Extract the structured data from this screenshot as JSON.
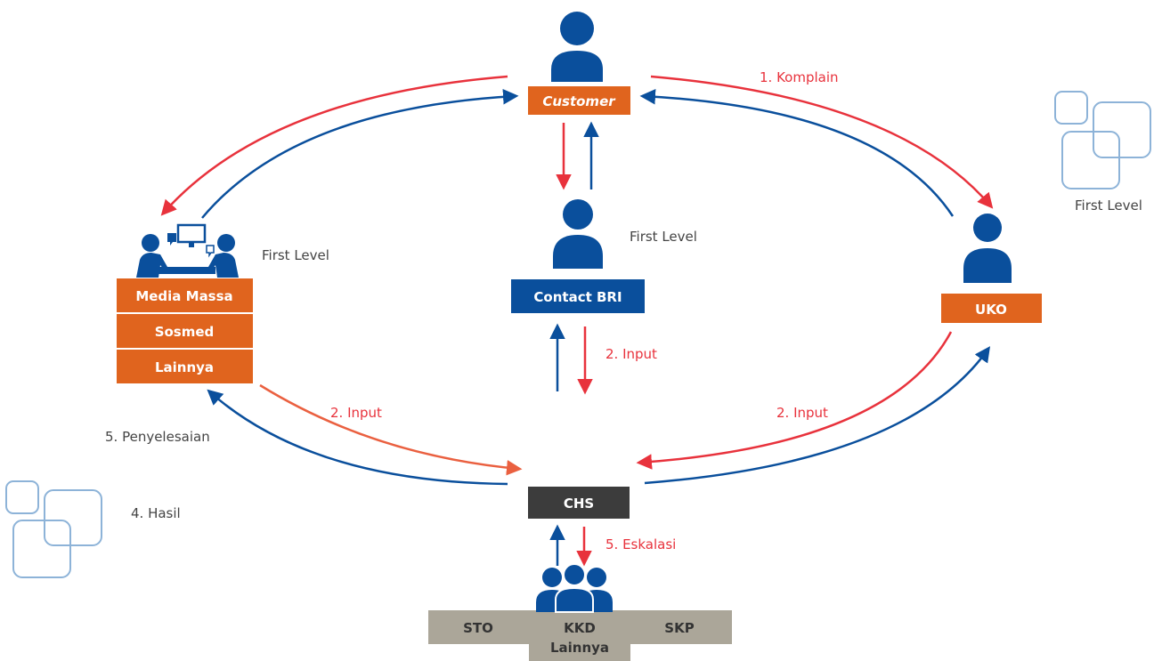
{
  "nodes": {
    "customer": "Customer",
    "contact": "Contact BRI",
    "uko": "UKO",
    "media": [
      "Media Massa",
      "Sosmed",
      "Lainnya"
    ],
    "chs": "CHS",
    "bottom": {
      "sto": "STO",
      "kkd": "KKD",
      "lainnya": "Lainnya",
      "skp": "SKP"
    }
  },
  "labels": {
    "komplain": "1. Komplain",
    "first_level_uko": "First Level",
    "first_level_contact": "First Level",
    "first_level_media": "First Level",
    "input_contact": "2. Input",
    "input_media": "2. Input",
    "input_uko": "2. Input",
    "penyelesaian": "5. Penyelesaian",
    "hasil": "4. Hasil",
    "eskalasi": "5. Eskalasi"
  },
  "colors": {
    "orange": "#e0641e",
    "blue": "#0a4f9c",
    "red": "#e8323c",
    "dark": "#3c3c3c",
    "taupe": "#aba699",
    "deco": "#8db3d8"
  },
  "icons": [
    "person-icon",
    "meeting-icon",
    "team-icon",
    "decorative-squares-icon"
  ]
}
